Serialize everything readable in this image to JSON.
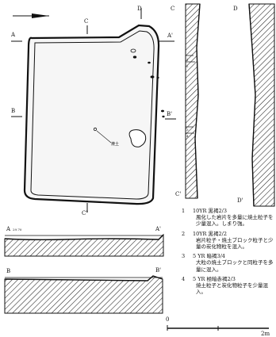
{
  "section_labels": {
    "A": "A",
    "A_prime": "A'",
    "B": "B",
    "B_prime": "B'",
    "C": "C",
    "C_prime": "C'",
    "D": "D",
    "D_prime": "D'"
  },
  "elevation": "29.70",
  "feature_label": "焼土",
  "profile_markers": [
    "1",
    "2",
    "3",
    "4"
  ],
  "scale_bar": {
    "start": "0",
    "end": "2m"
  },
  "legend": [
    {
      "no": "1",
      "color": "10YR 黒褐2/3",
      "desc": "風化した岩片を多量に焼土粒子を少量混入。しまり強。"
    },
    {
      "no": "2",
      "color": "10YR 黒褐2/2",
      "desc": "岩片粒子・焼土ブロック粒子と少量の炭化物粒を混入。"
    },
    {
      "no": "3",
      "color": "5 YR 暗褐3/4",
      "desc": "大粒の焼土ブロックと同粒子を多量に混入。"
    },
    {
      "no": "4",
      "color": "5 YR 極暗赤褐2/3",
      "desc": "焼土粒子と炭化物粒子を少量混入。"
    }
  ]
}
